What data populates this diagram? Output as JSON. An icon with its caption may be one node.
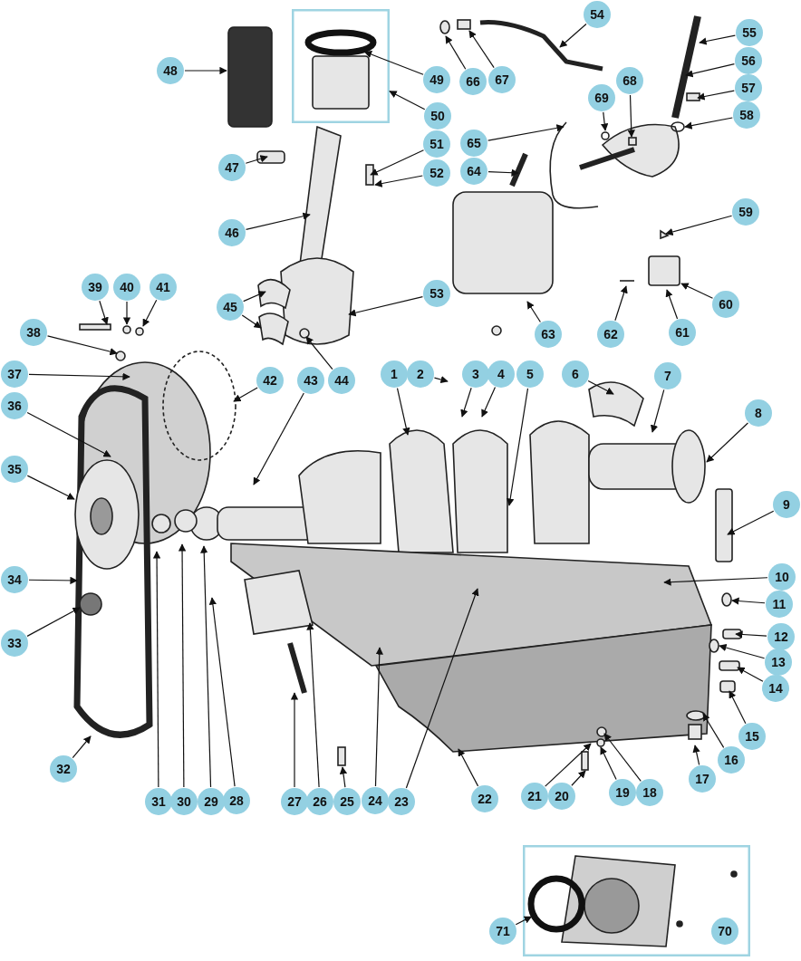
{
  "diagram": {
    "nodes": [
      {
        "text": [
          "1"
        ]
      },
      {
        "text": [
          "2"
        ]
      },
      {
        "text": [
          "3"
        ]
      },
      {
        "text": [
          "4"
        ]
      },
      {
        "text": [
          "5"
        ]
      },
      {
        "text": [
          "6"
        ]
      },
      {
        "text": [
          "7"
        ]
      },
      {
        "text": [
          "8"
        ]
      },
      {
        "text": [
          "9"
        ]
      },
      {
        "text": [
          "10"
        ]
      },
      {
        "text": [
          "11"
        ]
      },
      {
        "text": [
          "12"
        ]
      },
      {
        "text": [
          "13"
        ]
      },
      {
        "text": [
          "14"
        ]
      },
      {
        "text": [
          "15"
        ]
      },
      {
        "text": [
          "16"
        ]
      },
      {
        "text": [
          "17"
        ]
      },
      {
        "text": [
          "18"
        ]
      },
      {
        "text": [
          "19"
        ]
      },
      {
        "text": [
          "20"
        ]
      },
      {
        "text": [
          "21"
        ]
      },
      {
        "text": [
          "22"
        ]
      },
      {
        "text": [
          "23"
        ]
      },
      {
        "text": [
          "24"
        ]
      },
      {
        "text": [
          "25"
        ]
      },
      {
        "text": [
          "26"
        ]
      },
      {
        "text": [
          "27"
        ]
      },
      {
        "text": [
          "28"
        ]
      },
      {
        "text": [
          "29"
        ]
      },
      {
        "text": [
          "30"
        ]
      },
      {
        "text": [
          "31"
        ]
      },
      {
        "text": [
          "32"
        ]
      },
      {
        "text": [
          "33"
        ]
      },
      {
        "text": [
          "34"
        ]
      },
      {
        "text": [
          "35"
        ]
      },
      {
        "text": [
          "36"
        ]
      },
      {
        "text": [
          "37"
        ]
      },
      {
        "text": [
          "38"
        ]
      },
      {
        "text": [
          "39"
        ]
      },
      {
        "text": [
          "40"
        ]
      },
      {
        "text": [
          "41"
        ]
      },
      {
        "text": [
          "42"
        ]
      },
      {
        "text": [
          "43"
        ]
      },
      {
        "text": [
          "44"
        ]
      },
      {
        "text": [
          "45"
        ]
      },
      {
        "text": [
          "46"
        ]
      },
      {
        "text": [
          "47"
        ]
      },
      {
        "text": [
          "48"
        ]
      },
      {
        "text": [
          "49"
        ]
      },
      {
        "text": [
          "50"
        ]
      },
      {
        "text": [
          "51"
        ]
      },
      {
        "text": [
          "52"
        ]
      },
      {
        "text": [
          "53"
        ]
      },
      {
        "text": [
          "54"
        ]
      },
      {
        "text": [
          "55"
        ]
      },
      {
        "text": [
          "56"
        ]
      },
      {
        "text": [
          "57"
        ]
      },
      {
        "text": [
          "58"
        ]
      },
      {
        "text": [
          "59"
        ]
      },
      {
        "text": [
          "60"
        ]
      },
      {
        "text": [
          "61"
        ]
      },
      {
        "text": [
          "62"
        ]
      },
      {
        "text": [
          "63"
        ]
      },
      {
        "text": [
          "64"
        ]
      },
      {
        "text": [
          "65"
        ]
      },
      {
        "text": [
          "66"
        ]
      },
      {
        "text": [
          "67"
        ]
      },
      {
        "text": [
          "68"
        ]
      },
      {
        "text": [
          "69"
        ]
      },
      {
        "text": [
          "70"
        ],
        "in": 72
      },
      {
        "text": [
          "71"
        ]
      },
      {
        "text": [],
        "shape": "box"
      },
      {
        "text": [],
        "shape": "box"
      },
      {
        "text": [],
        "shape": "circle",
        "in": 72
      },
      {
        "text": [],
        "shape": "circle",
        "in": 71
      }
    ],
    "edges": [
      {
        "from": 0,
        "to": null,
        "arrow": "to"
      },
      {
        "from": 1,
        "to": null,
        "arrow": "to"
      },
      {
        "from": 2,
        "to": null,
        "arrow": "to"
      },
      {
        "from": 3,
        "to": null,
        "arrow": "to"
      },
      {
        "from": 4,
        "to": null,
        "arrow": "to"
      },
      {
        "from": 5,
        "to": null,
        "arrow": "to"
      },
      {
        "from": 6,
        "to": null,
        "arrow": "to"
      },
      {
        "from": 7,
        "to": null,
        "arrow": "to"
      },
      {
        "from": 8,
        "to": null,
        "arrow": "to"
      },
      {
        "from": 9,
        "to": null,
        "arrow": "to"
      },
      {
        "from": 10,
        "to": null,
        "arrow": "to"
      },
      {
        "from": 11,
        "to": null,
        "arrow": "to"
      },
      {
        "from": 12,
        "to": null,
        "arrow": "to"
      },
      {
        "from": 13,
        "to": null,
        "arrow": "to"
      },
      {
        "from": 14,
        "to": null,
        "arrow": "to"
      },
      {
        "from": 15,
        "to": null,
        "arrow": "to"
      },
      {
        "from": 16,
        "to": null,
        "arrow": "to"
      },
      {
        "from": 17,
        "to": null,
        "arrow": "to"
      },
      {
        "from": 18,
        "to": null,
        "arrow": "to"
      },
      {
        "from": 19,
        "to": null,
        "arrow": "to"
      },
      {
        "from": 20,
        "to": null,
        "arrow": "to"
      },
      {
        "from": 21,
        "to": null,
        "arrow": "to"
      },
      {
        "from": 22,
        "to": null,
        "arrow": "to"
      },
      {
        "from": 23,
        "to": null,
        "arrow": "to"
      },
      {
        "from": 24,
        "to": null,
        "arrow": "to"
      },
      {
        "from": 25,
        "to": null,
        "arrow": "to"
      },
      {
        "from": 26,
        "to": null,
        "arrow": "to"
      },
      {
        "from": 27,
        "to": null,
        "arrow": "to"
      },
      {
        "from": 28,
        "to": null,
        "arrow": "to"
      },
      {
        "from": 29,
        "to": null,
        "arrow": "to"
      },
      {
        "from": 30,
        "to": null,
        "arrow": "to"
      },
      {
        "from": 31,
        "to": null,
        "arrow": "to"
      },
      {
        "from": 32,
        "to": null,
        "arrow": "to"
      },
      {
        "from": 33,
        "to": null,
        "arrow": "to"
      },
      {
        "from": 34,
        "to": null,
        "arrow": "to"
      },
      {
        "from": 35,
        "to": null,
        "arrow": "to"
      },
      {
        "from": 36,
        "to": null,
        "arrow": "to"
      },
      {
        "from": 37,
        "to": null,
        "arrow": "to"
      },
      {
        "from": 38,
        "to": null,
        "arrow": "to"
      },
      {
        "from": 39,
        "to": null,
        "arrow": "to"
      },
      {
        "from": 40,
        "to": null,
        "arrow": "to"
      },
      {
        "from": 41,
        "to": null,
        "arrow": "to"
      },
      {
        "from": 42,
        "to": null,
        "arrow": "to"
      },
      {
        "from": 43,
        "to": null,
        "arrow": "to"
      },
      {
        "from": 44,
        "to": null,
        "arrow": "to"
      },
      {
        "from": 44,
        "to": null,
        "arrow": "to"
      },
      {
        "from": 45,
        "to": null,
        "arrow": "to"
      },
      {
        "from": 46,
        "to": null,
        "arrow": "to"
      },
      {
        "from": 47,
        "to": null,
        "arrow": "to"
      },
      {
        "from": 48,
        "to": 74,
        "arrow": "to"
      },
      {
        "from": 49,
        "to": 71,
        "arrow": "to"
      },
      {
        "from": 50,
        "to": null,
        "arrow": "to"
      },
      {
        "from": 51,
        "to": null,
        "arrow": "to"
      },
      {
        "from": 52,
        "to": null,
        "arrow": "to"
      },
      {
        "from": 53,
        "to": null,
        "arrow": "to"
      },
      {
        "from": 54,
        "to": null,
        "arrow": "to"
      },
      {
        "from": 55,
        "to": null,
        "arrow": "to"
      },
      {
        "from": 56,
        "to": null,
        "arrow": "to"
      },
      {
        "from": 57,
        "to": null,
        "arrow": "to"
      },
      {
        "from": 58,
        "to": null,
        "arrow": "to"
      },
      {
        "from": 59,
        "to": null,
        "arrow": "to"
      },
      {
        "from": 60,
        "to": null,
        "arrow": "to"
      },
      {
        "from": 61,
        "to": null,
        "arrow": "to"
      },
      {
        "from": 62,
        "to": null,
        "arrow": "to"
      },
      {
        "from": 63,
        "to": null,
        "arrow": "to"
      },
      {
        "from": 64,
        "to": null,
        "arrow": "to"
      },
      {
        "from": 65,
        "to": null,
        "arrow": "to"
      },
      {
        "from": 66,
        "to": null,
        "arrow": "to"
      },
      {
        "from": 67,
        "to": null,
        "arrow": "to"
      },
      {
        "from": 68,
        "to": null,
        "arrow": "to"
      },
      {
        "from": 70,
        "to": 73,
        "arrow": "to"
      }
    ]
  }
}
